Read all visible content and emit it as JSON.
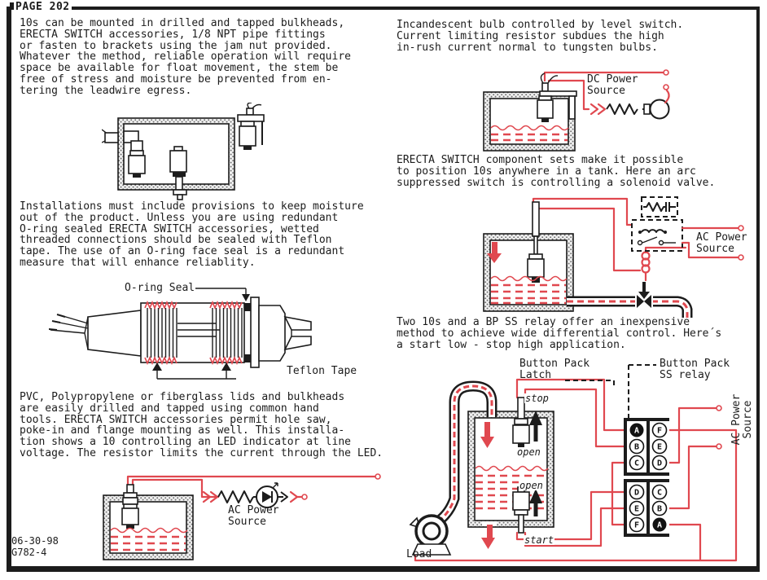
{
  "page": {
    "header": "PAGE 202",
    "date": "06-30-98",
    "doc_id": "G782-4"
  },
  "colors": {
    "ink": "#1c1c1c",
    "wire_red": "#e0484f"
  },
  "left_column": {
    "para_mounting": "10s can be mounted in drilled and tapped bulkheads,\nERECTA SWITCH accessories, 1/8 NPT pipe fittings\nor fasten to brackets using the jam nut provided.\nWhatever the method, reliable operation will require\nspace be available for float movement, the stem be\nfree of stress and moisture be prevented from en-\ntering the leadwire egress.",
    "para_moisture": "Installations must include provisions to keep moisture\nout of the product. Unless you are using redundant\nO-ring sealed ERECTA SWITCH accessories, wetted\nthreaded connections should be sealed with Teflon\ntape. The use of an O-ring face seal is a redundant\nmeasure that will enhance reliablity.",
    "para_pvc": "PVC, Polypropylene or fiberglass lids and bulkheads\nare easily drilled and tapped using common hand\ntools. ERECTA SWITCH accessories permit hole saw,\npoke-in and flange mounting as well. This installa-\ntion shows a 10 controlling an LED indicator at line\nvoltage. The resistor limits the current through the LED.",
    "labels": {
      "oring": "O-ring Seal",
      "teflon": "Teflon Tape",
      "ac_power": "AC Power\nSource"
    }
  },
  "right_column": {
    "para_bulb": "Incandescent bulb controlled by level switch.\nCurrent limiting resistor subdues the high\nin-rush current normal to tungsten bulbs.",
    "para_component": "ERECTA SWITCH component sets make it possible\nto position 10s anywhere in a tank. Here an arc\nsuppressed switch is controlling a solenoid valve.",
    "para_relay": "Two 10s and a BP SS relay offer an inexpensive\nmethod to achieve wide differential control. Here´s\na start low  -  stop high application.",
    "labels": {
      "dc_power": "DC Power\nSource",
      "ac_power": "AC Power\nSource",
      "ac_power_vertical": "AC Power\nSource",
      "latch": "Button Pack\nLatch",
      "ss_relay": "Button Pack\nSS relay",
      "stop": "stop",
      "open_top": "open",
      "open_bottom": "open",
      "start": "start",
      "load": "Load"
    },
    "pack_top": {
      "left": [
        "A",
        "B",
        "C"
      ],
      "right": [
        "F",
        "E",
        "D"
      ]
    },
    "pack_bottom": {
      "left": [
        "D",
        "E",
        "F"
      ],
      "right": [
        "C",
        "B",
        "A"
      ]
    }
  }
}
